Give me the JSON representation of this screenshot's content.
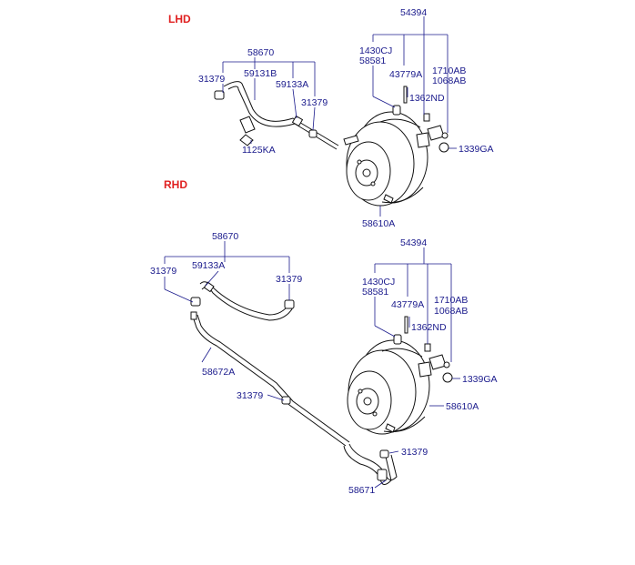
{
  "sections": {
    "lhd": "LHD",
    "rhd": "RHD"
  },
  "lhd_labels": {
    "p54394": "54394",
    "p1430CJ": "1430CJ",
    "p58581": "58581",
    "p43779A": "43779A",
    "p1710AB": "1710AB",
    "p1068AB": "1068AB",
    "p1362ND": "1362ND",
    "p1339GA": "1339GA",
    "p58610A": "58610A",
    "p58670": "58670",
    "p31379a": "31379",
    "p59131B": "59131B",
    "p59133A": "59133A",
    "p31379b": "31379",
    "p1125KA": "1125KA"
  },
  "rhd_labels": {
    "p58670": "58670",
    "p31379a": "31379",
    "p59133A": "59133A",
    "p31379b": "31379",
    "p58672A": "58672A",
    "p31379c": "31379",
    "p31379d": "31379",
    "p58671": "58671",
    "p54394": "54394",
    "p1430CJ": "1430CJ",
    "p58581": "58581",
    "p43779A": "43779A",
    "p1710AB": "1710AB",
    "p1068AB": "1068AB",
    "p1362ND": "1362ND",
    "p1339GA": "1339GA",
    "p58610A": "58610A"
  },
  "colors": {
    "section_label": "#e02020",
    "part_label": "#1a1a8c",
    "drawing": "#111111"
  }
}
